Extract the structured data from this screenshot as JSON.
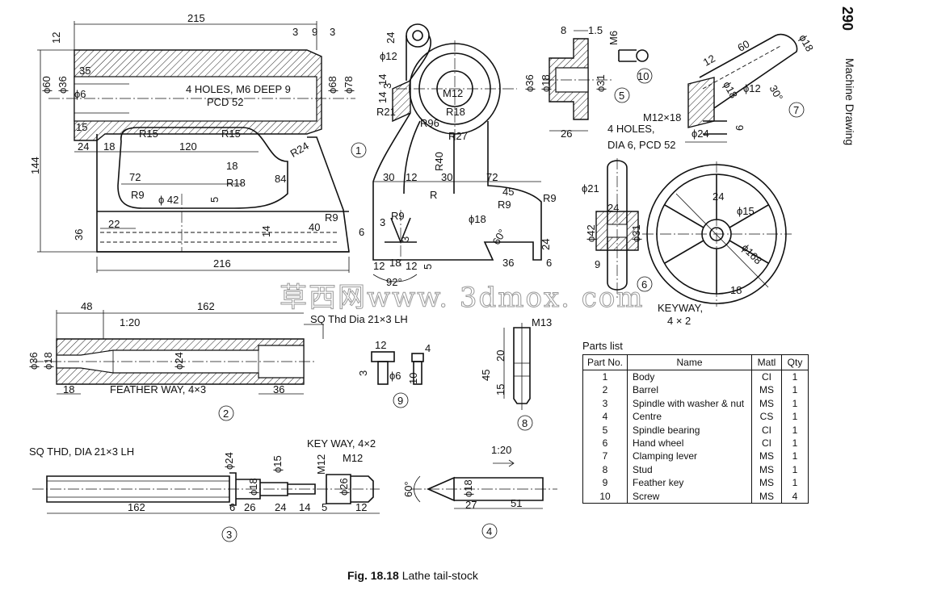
{
  "header": {
    "page_number": "290",
    "running_head": "Machine Drawing"
  },
  "watermark": "草西网www. 3dmox. com",
  "caption": {
    "figure": "Fig. 18.18",
    "title": "Lathe tail-stock"
  },
  "parts_list": {
    "title": "Parts list",
    "columns": [
      "Part No.",
      "Name",
      "Matl",
      "Qty"
    ],
    "rows": [
      {
        "no": "1",
        "name": "Body",
        "matl": "CI",
        "qty": "1"
      },
      {
        "no": "2",
        "name": "Barrel",
        "matl": "MS",
        "qty": "1"
      },
      {
        "no": "3",
        "name": "Spindle with washer & nut",
        "matl": "MS",
        "qty": "1"
      },
      {
        "no": "4",
        "name": "Centre",
        "matl": "CS",
        "qty": "1"
      },
      {
        "no": "5",
        "name": "Spindle bearing",
        "matl": "CI",
        "qty": "1"
      },
      {
        "no": "6",
        "name": "Hand wheel",
        "matl": "CI",
        "qty": "1"
      },
      {
        "no": "7",
        "name": "Clamping lever",
        "matl": "MS",
        "qty": "1"
      },
      {
        "no": "8",
        "name": "Stud",
        "matl": "MS",
        "qty": "1"
      },
      {
        "no": "9",
        "name": "Feather key",
        "matl": "MS",
        "qty": "1"
      },
      {
        "no": "10",
        "name": "Screw",
        "matl": "MS",
        "qty": "4"
      }
    ]
  },
  "part_markers": [
    "1",
    "2",
    "3",
    "4",
    "5",
    "6",
    "7",
    "8",
    "9",
    "10"
  ],
  "body_front": {
    "dims": [
      "215",
      "12",
      "3",
      "9",
      "3",
      "35",
      "ϕ60",
      "ϕ36",
      "ϕ6",
      "ϕ68",
      "ϕ78",
      "15",
      "24",
      "18",
      "120",
      "R15",
      "R15",
      "R24",
      "18",
      "72",
      "R18",
      "84",
      "R9",
      "ϕ 42",
      "5",
      "R9",
      "144",
      "36",
      "22",
      "14",
      "40",
      "216"
    ],
    "notes": [
      "4 HOLES, M6 DEEP 9",
      "PCD 52"
    ]
  },
  "body_side": {
    "dims": [
      "24",
      "ϕ12",
      "14",
      "3",
      "14",
      "M12",
      "R21",
      "R18",
      "R96",
      "R27",
      "R40",
      "30",
      "12",
      "30",
      "72",
      "R",
      "45",
      "R9",
      "R9",
      "R9",
      "ϕ18",
      "6",
      "3",
      "3",
      "60°",
      "24",
      "12",
      "18",
      "12",
      "5",
      "36",
      "6",
      "92°"
    ]
  },
  "spindle_bearing": {
    "dims": [
      "8",
      "1.5",
      "M6",
      "ϕ36",
      "ϕ18",
      "ϕ31",
      "26"
    ],
    "notes": [
      "4 HOLES,",
      "DIA 6, PCD 52"
    ]
  },
  "clamping_lever": {
    "dims": [
      "60",
      "ϕ18",
      "12",
      "ϕ18",
      "ϕ12",
      "30°",
      "M12×18",
      "ϕ24",
      "6"
    ]
  },
  "hand_wheel": {
    "dims": [
      "ϕ21",
      "24",
      "ϕ42",
      "ϕ31",
      "9",
      "24",
      "ϕ15",
      "ϕ168",
      "18"
    ],
    "notes": [
      "KEYWAY,",
      "4 × 2"
    ]
  },
  "barrel": {
    "dims": [
      "48",
      "162",
      "1:20",
      "ϕ36",
      "ϕ18",
      "ϕ24",
      "18",
      "36"
    ],
    "notes": [
      "SQ Thd Dia 21×3 LH",
      "FEATHER WAY, 4×3"
    ]
  },
  "feather_key": {
    "dims": [
      "12",
      "4",
      "3",
      "ϕ6",
      "10"
    ]
  },
  "stud": {
    "dims": [
      "M13",
      "20",
      "45",
      "15"
    ]
  },
  "spindle": {
    "dims": [
      "ϕ24",
      "ϕ15",
      "M12",
      "ϕ18",
      "ϕ26",
      "162",
      "6",
      "26",
      "24",
      "14",
      "5",
      "12"
    ],
    "notes": [
      "SQ THD, DIA 21×3 LH",
      "KEY WAY, 4×2",
      "M12"
    ]
  },
  "centre": {
    "dims": [
      "1:20",
      "60°",
      "ϕ18",
      "27",
      "51"
    ]
  }
}
